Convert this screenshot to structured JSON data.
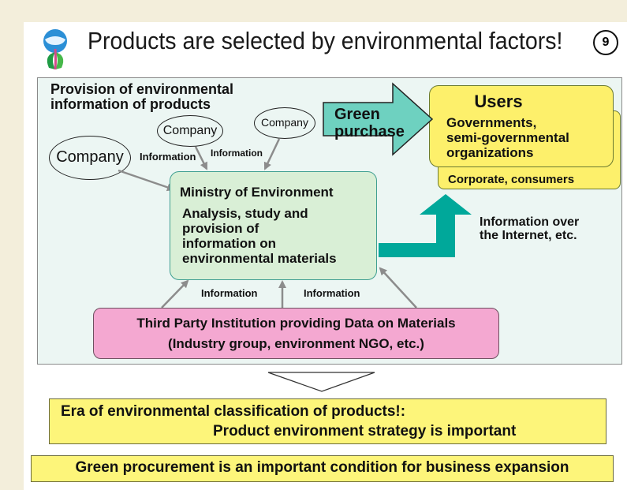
{
  "title": "Products are selected by environmental factors!",
  "page_number": "9",
  "provision": {
    "line1": "Provision of environmental",
    "line2": "information of products"
  },
  "companies": [
    "Company",
    "Company",
    "Company"
  ],
  "information_label": "Information",
  "ministry": {
    "title": "Ministry of Environment",
    "desc_lines": [
      "Analysis, study and",
      "provision of",
      "information on",
      "environmental materials"
    ]
  },
  "green_purchase": {
    "line1": "Green",
    "line2": "purchase"
  },
  "users": {
    "title": "Users",
    "desc_lines": [
      "Governments,",
      "semi-governmental",
      "organizations"
    ],
    "corporate": "Corporate, consumers"
  },
  "internet": {
    "line1": "Information over",
    "line2": "the Internet, etc."
  },
  "third_party": {
    "line1": "Third Party Institution providing Data on Materials",
    "line2": "(Industry group, environment NGO, etc.)"
  },
  "era": {
    "line1": "Era of environmental classification of products!:",
    "line2": "Product environment strategy is important"
  },
  "green_procurement": "Green procurement is an important condition for business expansion",
  "colors": {
    "teal_arrow": "#00a89a",
    "ministry_fill": "#d9efd6",
    "users_fill": "#fdf06b",
    "third_party_fill": "#f4a8d1",
    "banner_fill": "#fdf57a"
  }
}
